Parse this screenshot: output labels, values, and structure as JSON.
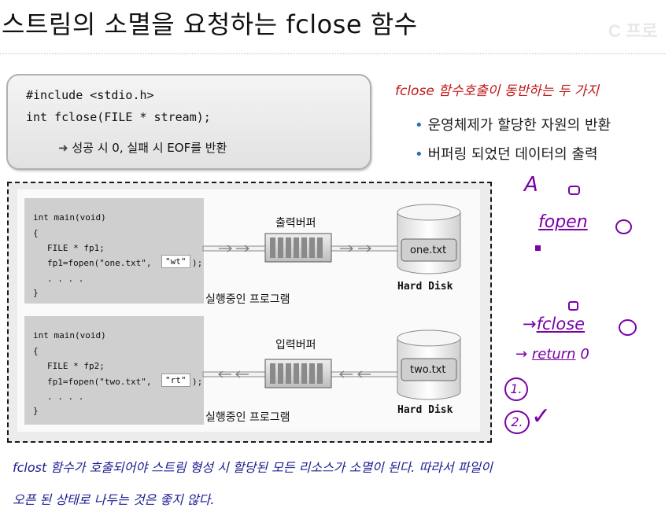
{
  "title": "스트림의 소멸을 요청하는 fclose 함수",
  "logo": "C 프로",
  "prototype": {
    "line1": "#include <stdio.h>",
    "line2": "int fclose(FILE * stream);",
    "result": "성공 시 0, 실패 시 EOF를 반환"
  },
  "annotations": {
    "heading": "fclose 함수호출이 동반하는 두 가지",
    "bullets": [
      "운영체제가 할당한 자원의 반환",
      "버퍼링 되었던 데이터의 출력"
    ],
    "note_a": "A",
    "note_fopen": "fopen",
    "note_fclose": "fclose",
    "note_return": "return",
    "note_zero": "0",
    "note_1": "1.",
    "note_2": "2.",
    "check": "✓",
    "footer_line1": "fclost 함수가 호출되어야 스트림 형성 시 할당된 모든 리소스가 소멸이 된다. 따라서 파일이",
    "footer_line2": "오픈 된 상태로 나두는 것은 좋지 않다."
  },
  "diagram": {
    "top": {
      "code": [
        "int main(void)",
        "{",
        "FILE * fp1;",
        "fp1=fopen(\"one.txt\",",
        "\"wt\"",
        ");",
        ". . . .",
        "}"
      ],
      "buffer_label": "출력버퍼",
      "program_label": "실행중인 프로그램",
      "file": "one.txt",
      "disk_label": "Hard Disk"
    },
    "bottom": {
      "code": [
        "int main(void)",
        "{",
        "FILE * fp2;",
        "fp1=fopen(\"two.txt\",",
        "\"rt\"",
        ");",
        ". . . .",
        "}"
      ],
      "buffer_label": "입력버퍼",
      "program_label": "실행중인 프로그램",
      "file": "two.txt",
      "disk_label": "Hard Disk"
    }
  }
}
